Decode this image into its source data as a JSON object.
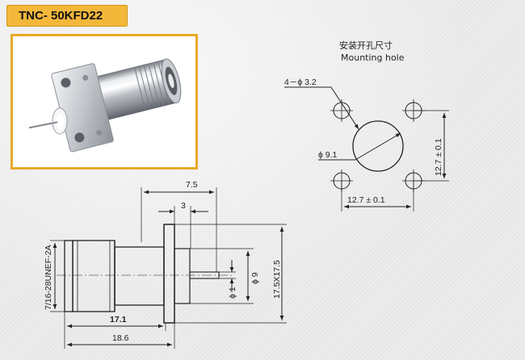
{
  "title": "TNC- 50KFD22",
  "mounting_hole": {
    "caption_cn": "安装开孔尺寸",
    "caption_en": "Mounting hole",
    "small_hole_label": "4－ϕ 3.2",
    "center_hole_label": "ϕ 9.1",
    "spacing_h_label": "12.7 ± 0.1",
    "spacing_v_label": "12.7 ± 0.1"
  },
  "side_view": {
    "dim_7_5": "7.5",
    "dim_3": "3",
    "thread_label": "7/16-28UNEF-2A",
    "pin_dia_label": "ϕ 1",
    "body_dia_label": "ϕ 9",
    "flange_label": "17.5X17.5",
    "dim_17_1": "17.1",
    "dim_18_6": "18.6"
  },
  "colors": {
    "badge": "#f3b73a",
    "frame": "#e8a928",
    "line": "#222222"
  }
}
